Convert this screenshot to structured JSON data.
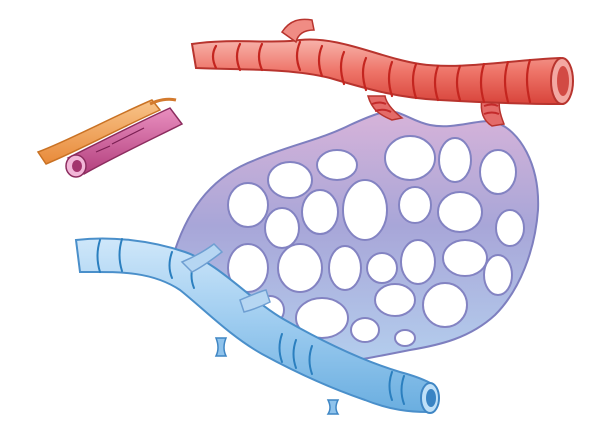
{
  "diagram": {
    "labels": [],
    "parts": [
      {
        "name": "arteriole",
        "color": "#e8574e"
      },
      {
        "name": "capillary-bed",
        "color": "#8f8fc9"
      },
      {
        "name": "venule",
        "color": "#7cb8e6"
      },
      {
        "name": "vessel-cross-section-detail",
        "color": "#f0a35a"
      }
    ],
    "colors": {
      "artery_light": "#f6a39b",
      "artery_dark": "#c92a2a",
      "capillary": "#b3b4de",
      "capillary_edge": "#7e7fbf",
      "vein_light": "#a9d4f4",
      "vein_dark": "#2b7fbf",
      "background": "#ffffff"
    }
  }
}
